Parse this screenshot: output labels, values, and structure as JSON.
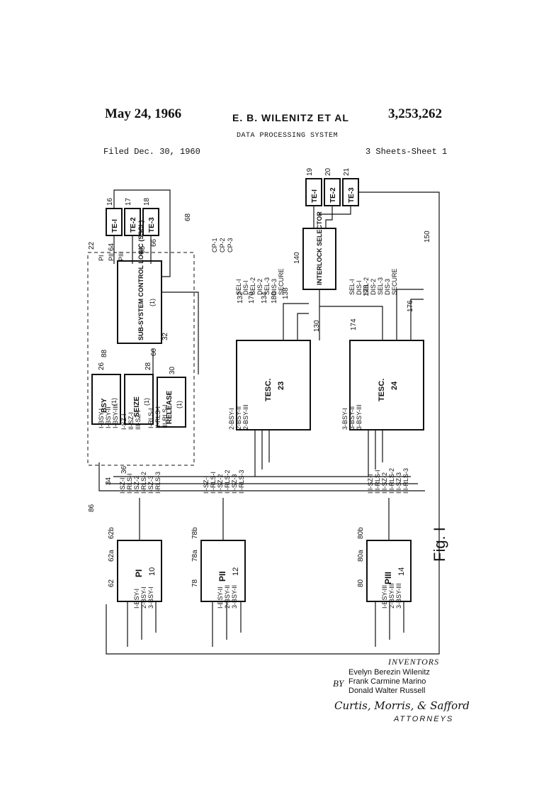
{
  "header": {
    "date": "May 24, 1966",
    "inventor_line": "E. B. WILENITZ ET AL",
    "patent_number": "3,253,262",
    "title": "DATA PROCESSING SYSTEM",
    "filed": "Filed Dec. 30, 1960",
    "sheet": "3 Sheets-Sheet 1"
  },
  "figure": {
    "label": "Fig. I",
    "blocks": {
      "p1": "PI",
      "p1_ref": "10",
      "p2": "PII",
      "p2_ref": "12",
      "p3": "PIII",
      "p3_ref": "14",
      "tesc": "TESC.",
      "tesc23_ref": "23",
      "tesc24_ref": "24",
      "sscl": "SUB-SYSTEM CONTROL LOGIC (SSCL)",
      "sscl_count": "(1)",
      "bsy": "BSY",
      "bsy_count": "(1)",
      "seize": "SEIZE",
      "seize_count": "(1)",
      "release": "RELEASE",
      "release_count": "(1)",
      "interlock": "INTERLOCK SELECTOR",
      "te1": "TE-I",
      "te2": "TE-2",
      "te3": "TE-3"
    },
    "refs": {
      "r16": "16",
      "r17": "17",
      "r18": "18",
      "r19": "19",
      "r20": "20",
      "r21": "21",
      "r22": "22",
      "r26": "26",
      "r28": "28",
      "r30": "30",
      "r32": "32",
      "r34": "34",
      "r36": "36",
      "r60": "60",
      "r62": "62",
      "r62a": "62a",
      "r62b": "62b",
      "r64": "64",
      "r65": "65",
      "r66": "66",
      "r68": "68",
      "r78": "78",
      "r78a": "78a",
      "r78b": "78b",
      "r80": "80",
      "r80a": "80a",
      "r80b": "80b",
      "r86": "86",
      "r88": "88",
      "r130": "130",
      "r132": "132",
      "r134": "134",
      "r138": "138",
      "r140": "140",
      "r150": "150",
      "r170": "170",
      "r174": "174",
      "r176": "176",
      "r178": "178",
      "r180": "180"
    },
    "sscl_ports": [
      "PI",
      "PII",
      "PIII"
    ],
    "cp_ports": [
      "CP-1",
      "CP-2",
      "CP-3"
    ],
    "bsy_lines": [
      "I-BSY-I",
      "I-BSY-II",
      "I-BSY-III"
    ],
    "sz_lines": [
      "I-SZ-I",
      "II-SZ-I",
      "III-SZ-I"
    ],
    "rls_lines": [
      "I-RLS-I",
      "II-RLS-I",
      "III-RLS-I"
    ],
    "tesc23_bsy": [
      "2-BSY-I",
      "2-BSY-II",
      "2-BSY-III"
    ],
    "tesc24_bsy": [
      "3-BSY-I",
      "3-BSY-II",
      "3-BSY-III"
    ],
    "tesc_outputs": [
      "SEL-I",
      "DIS-I",
      "SEL-2",
      "DIS-2",
      "SEL-3",
      "DIS-3",
      "SECURE"
    ],
    "p1_out": [
      "I-SZ-I",
      "I-RLS-I",
      "I-SZ-2",
      "I-RLS-2",
      "I-SZ-3",
      "I-RLS-3"
    ],
    "p2_out": [
      "II-SZ-I",
      "II-RLS-I",
      "II-SZ-2",
      "II-RLS-2",
      "II-SZ-3",
      "II-RLS-3"
    ],
    "p3_out": [
      "III-SZ-I",
      "III-RLS-I",
      "III-SZ-2",
      "III-RLS-2",
      "III-SZ-3",
      "III-RLS-3"
    ],
    "p1_in": [
      "I-BSY-I",
      "2-BSY-I",
      "3-BSY-I"
    ],
    "p2_in": [
      "I-BSY-II",
      "2-BSY-II",
      "3-BSY-II"
    ],
    "p3_in": [
      "I-BSY-III",
      "2-BSY-III",
      "3-BSY-III"
    ]
  },
  "inventors": {
    "heading": "INVENTORS",
    "names": [
      "Evelyn Berezin Wilenitz",
      "Frank Carmine Marino",
      "Donald Walter Russell"
    ],
    "by": "BY",
    "signature": "Curtis, Morris, & Safford",
    "role": "ATTORNEYS"
  }
}
